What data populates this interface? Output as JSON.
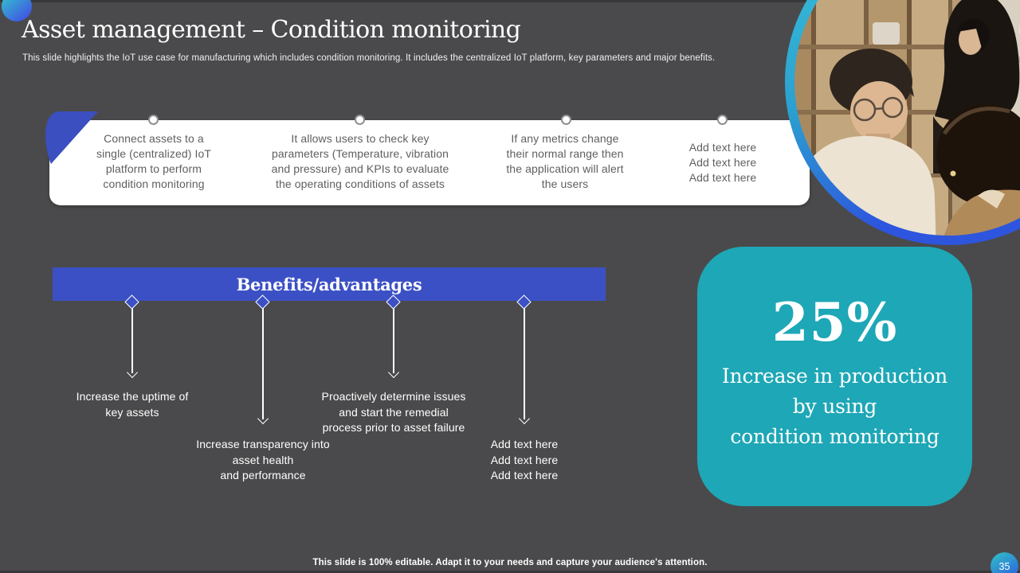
{
  "colors": {
    "background": "#4a4a4c",
    "edge_strip": "#38383b",
    "accent_blue": "#3c50c5",
    "accent_teal": "#1ea7b6",
    "panel_white": "#ffffff",
    "step_text_gray": "#5f5f5f",
    "ring_gradient_teal": "#3ac4d8",
    "ring_gradient_blue": "#2e55dd"
  },
  "header": {
    "title": "Asset management – Condition monitoring",
    "subtitle": "This slide highlights the IoT use case for manufacturing which includes condition monitoring. It includes the centralized IoT platform, key parameters and major benefits."
  },
  "process": {
    "steps": [
      {
        "lines": [
          "Connect assets to a",
          "single (centralized) IoT",
          "platform to perform",
          "condition monitoring"
        ]
      },
      {
        "lines": [
          "It allows users to check key",
          "parameters (Temperature, vibration",
          "and pressure) and KPIs to evaluate",
          "the operating conditions of assets"
        ]
      },
      {
        "lines": [
          "If any metrics change",
          "their normal range then",
          "the application will alert",
          "the users"
        ]
      },
      {
        "lines": [
          "Add text here",
          "Add text here",
          "Add text here"
        ]
      }
    ]
  },
  "benefits": {
    "header": "Benefits/advantages",
    "items": [
      {
        "lines": [
          "Increase the uptime of",
          "key assets"
        ]
      },
      {
        "lines": [
          "Increase transparency into",
          "asset health",
          "and performance"
        ]
      },
      {
        "lines": [
          "Proactively determine issues",
          "and start the remedial",
          "process prior to asset failure"
        ]
      },
      {
        "lines": [
          "Add text here",
          "Add text here",
          "Add text here"
        ]
      }
    ]
  },
  "stat": {
    "value": "25%",
    "lines": [
      "Increase in production",
      "by using",
      "condition monitoring"
    ]
  },
  "footer": {
    "note": "This slide is 100% editable. Adapt it to your needs and capture your audience's attention.",
    "page_number": "35"
  }
}
